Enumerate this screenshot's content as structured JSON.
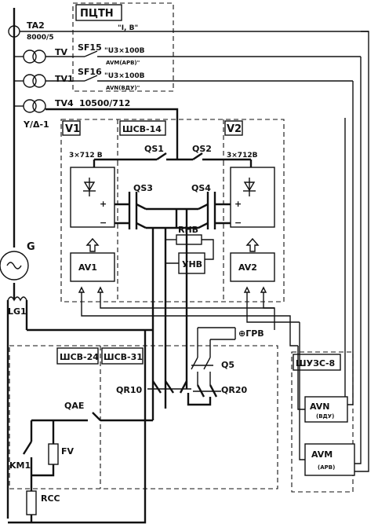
{
  "labels": {
    "ta2": "TA2",
    "ta2_ratio": "8000/5",
    "tv": "TV",
    "tv1": "TV1",
    "tv4": "TV4",
    "tv4_ratio": "10500/712",
    "y_delta": "Y/Δ-1",
    "g": "G",
    "lg1": "LG1",
    "pctn": "ПЦТН",
    "ib": "\"I, B\"",
    "sf15": "SF15",
    "sf15_u": "\"U3×100B",
    "sf15_avm": "AVM(APB)\"",
    "sf16": "SF16",
    "sf16_u": "\"U3×100B",
    "sf16_avn": "AVN(BДУ)\"",
    "v1": "V1",
    "v2": "V2",
    "shsv14": "ШСВ-14",
    "v1_volt": "3×712 B",
    "v2_volt": "3×712B",
    "qs1": "QS1",
    "qs2": "QS2",
    "qs3": "QS3",
    "qs4": "QS4",
    "plus1": "+",
    "minus1": "−",
    "plus2": "+",
    "minus2": "−",
    "rnv": "RНВ",
    "unv": "УНВ",
    "av1": "AV1",
    "av2": "AV2",
    "trv": "⊕ГРВ",
    "shsv24": "ШСВ-24",
    "shsv31": "ШСВ-31",
    "q5": "Q5",
    "qr10": "QR10",
    "qr20": "QR20",
    "qae": "QAE",
    "fv": "FV",
    "km1": "KM1",
    "rcc": "RCC",
    "shuzs8": "ШУЗС-8",
    "avn": "AVN",
    "avn_sub": "(BДУ)",
    "avm": "AVM",
    "avm_sub": "(APB)"
  }
}
